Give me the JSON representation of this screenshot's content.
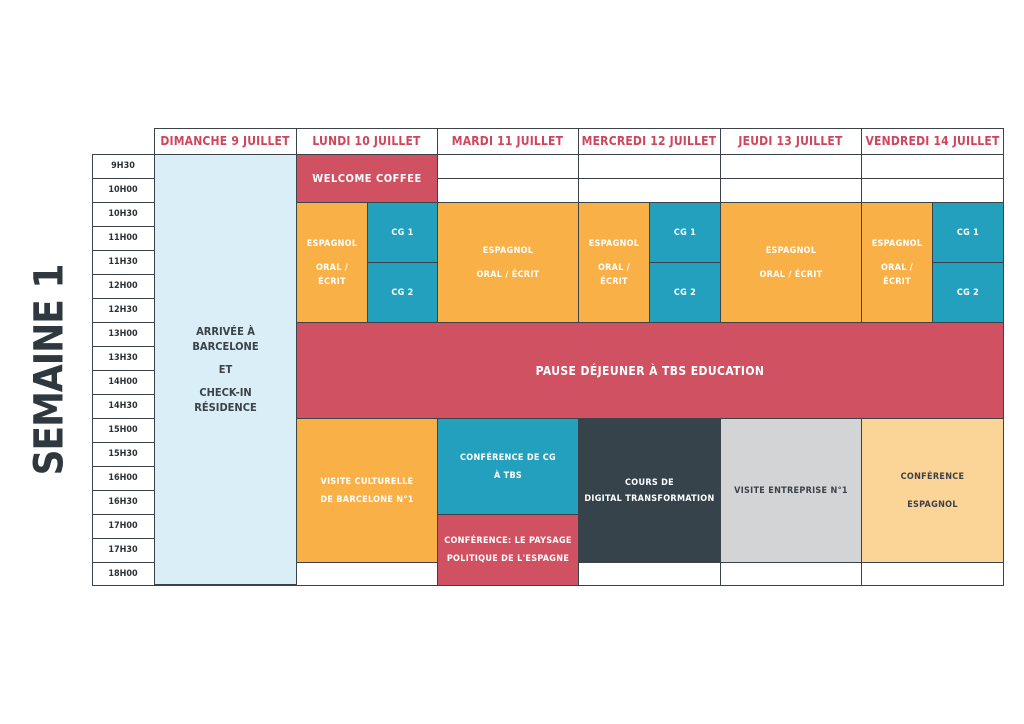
{
  "week_label": "SEMAINE 1",
  "days": [
    "DIMANCHE 9 JUILLET",
    "LUNDI 10 JUILLET",
    "MARDI 11 JUILLET",
    "MERCREDI 12 JUILLET",
    "JEUDI 13 JUILLET",
    "VENDREDI 14 JUILLET"
  ],
  "times": [
    "9H30",
    "10H00",
    "10H30",
    "11H00",
    "11H30",
    "12H00",
    "12H30",
    "13H00",
    "13H30",
    "14H00",
    "14H30",
    "15H00",
    "15H30",
    "16H00",
    "16H30",
    "17H00",
    "17H30",
    "18H00"
  ],
  "events": {
    "arrivee_l1": "ARRIVÉE À",
    "arrivee_l2": "BARCELONE",
    "arrivee_l3": "ET",
    "arrivee_l4": "CHECK-IN",
    "arrivee_l5": "RÉSIDENCE",
    "welcome": "WELCOME COFFEE",
    "espagnol": "ESPAGNOL",
    "oral": "ORAL /",
    "ecrit": "ÉCRIT",
    "oral_ecrit": "ORAL / ÉCRIT",
    "cg1": "CG 1",
    "cg2": "CG 2",
    "pause": "PAUSE DÉJEUNER À TBS EDUCATION",
    "visite_l1": "VISITE CULTURELLE",
    "visite_l2": "DE BARCELONE N°1",
    "conf_cg_l1": "CONFÉRENCE DE CG",
    "conf_cg_l2": "À TBS",
    "conf_paysage_l1": "CONFÉRENCE: LE PAYSAGE",
    "conf_paysage_l2": "POLITIQUE DE L'ESPAGNE",
    "cours_l1": "COURS DE",
    "cours_l2": "DIGITAL TRANSFORMATION",
    "visite_entreprise": "VISITE ENTREPRISE N°1",
    "conference": "CONFÉRENCE",
    "conf_espagnol": "ESPAGNOL"
  },
  "colors": {
    "orange": "#f9b046",
    "teal": "#22a0bd",
    "red": "#d05162",
    "dark": "#36434a",
    "grey": "#d3d4d6",
    "peach": "#fbd498",
    "light_blue": "#d9eef6",
    "header_text": "#d0455c"
  }
}
